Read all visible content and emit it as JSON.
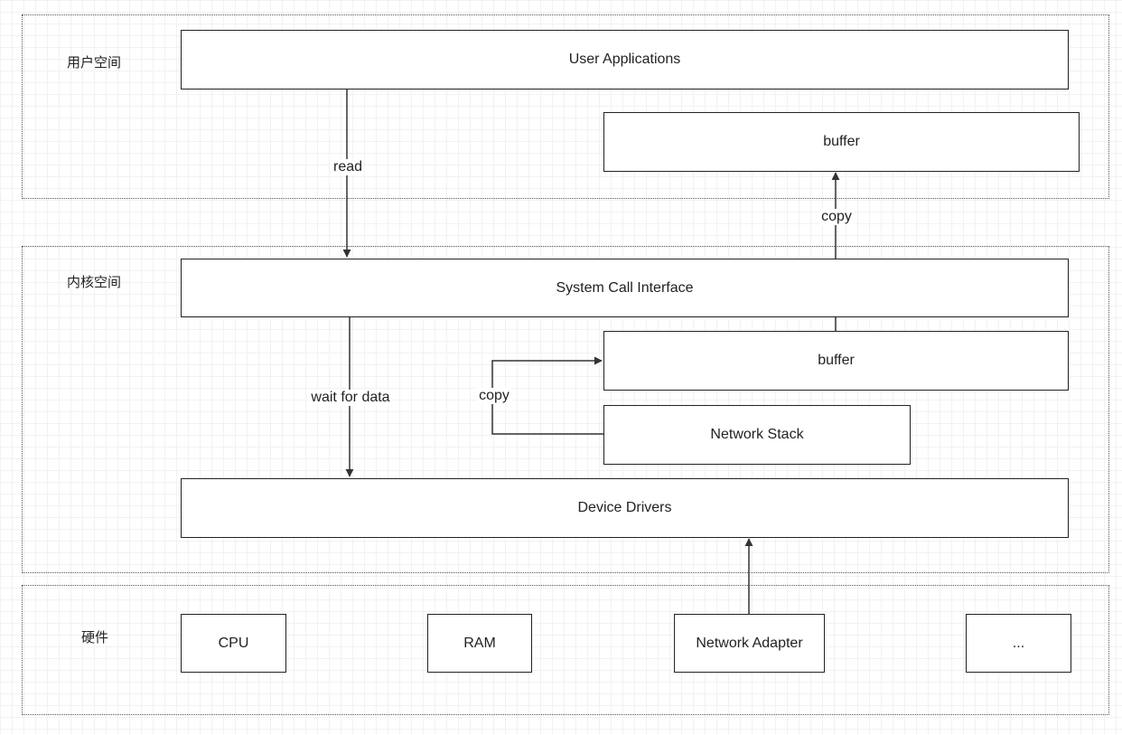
{
  "regions": {
    "user_space": "用户空间",
    "kernel_space": "内核空间",
    "hardware": "硬件"
  },
  "boxes": {
    "user_applications": "User Applications",
    "user_buffer": "buffer",
    "system_call_interface": "System Call Interface",
    "kernel_buffer": "buffer",
    "network_stack": "Network Stack",
    "device_drivers": "Device Drivers",
    "cpu": "CPU",
    "ram": "RAM",
    "network_adapter": "Network Adapter",
    "more": "..."
  },
  "edges": {
    "read": "read",
    "copy_to_user": "copy",
    "wait_for_data": "wait for data",
    "copy_to_kernel_buffer": "copy"
  },
  "colors": {
    "line": "#333333",
    "region_border": "#555555",
    "grid": "#f2f2f2"
  }
}
